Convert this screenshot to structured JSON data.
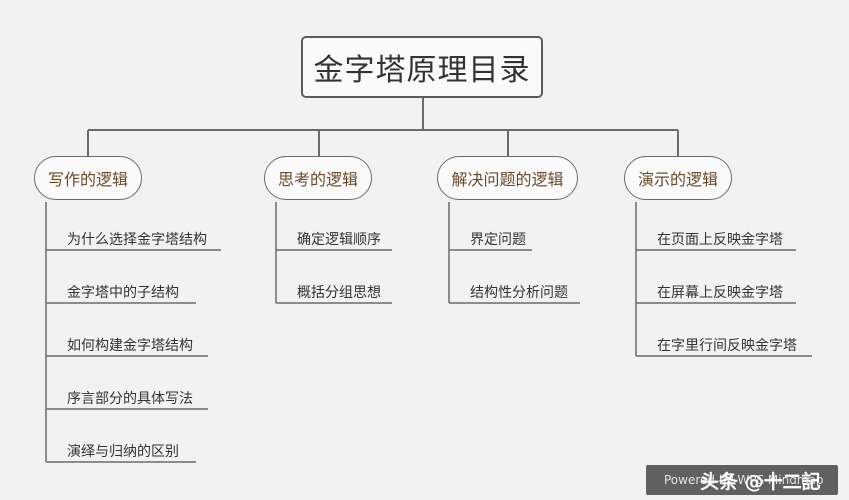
{
  "title": "金字塔原理目录",
  "branches": [
    {
      "label": "写作的逻辑",
      "items": [
        "为什么选择金字塔结构",
        "金字塔中的子结构",
        "如何构建金字塔结构",
        "序言部分的具体写法",
        "演绎与归纳的区别"
      ]
    },
    {
      "label": "思考的逻辑",
      "items": [
        "确定逻辑顺序",
        "概括分组思想"
      ]
    },
    {
      "label": "解决问题的逻辑",
      "items": [
        "界定问题",
        "结构性分析问题"
      ]
    },
    {
      "label": "演示的逻辑",
      "items": [
        "在页面上反映金字塔",
        "在屏幕上反映金字塔",
        "在字里行间反映金字塔"
      ]
    }
  ],
  "watermark": {
    "powered_by": "Powered by WPS Mindmap",
    "account": "头条 @十二記"
  },
  "colors": {
    "background": "#f2f2f2",
    "connector": "#6b6b6b",
    "branch_text": "#6b4a2a",
    "text": "#333333"
  }
}
